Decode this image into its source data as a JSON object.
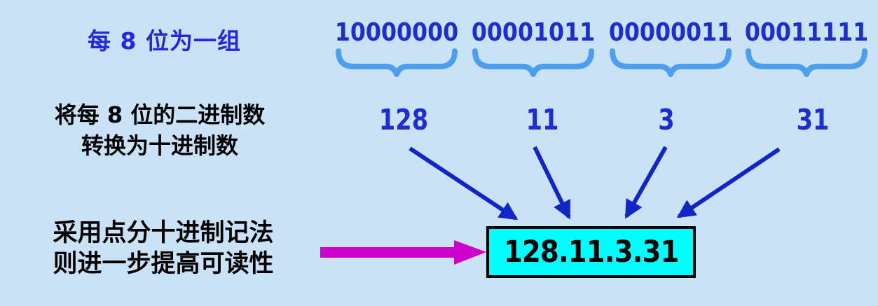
{
  "labels": {
    "group_title": "每 8 位为一组",
    "convert_line1": "将每 8 位的二进制数",
    "convert_line2": "转换为十进制数",
    "dotted_line1": "采用点分十进制记法",
    "dotted_line2": "则进一步提高可读性"
  },
  "octets": [
    {
      "binary": "10000000",
      "decimal": "128"
    },
    {
      "binary": "00001011",
      "decimal": "11"
    },
    {
      "binary": "00000011",
      "decimal": "3"
    },
    {
      "binary": "00011111",
      "decimal": "31"
    }
  ],
  "result": {
    "value": "128.11.3.31"
  },
  "colors": {
    "background": "#c9e2f5",
    "title_blue": "#2427e0",
    "number_blue": "#1c2ed1",
    "brace_blue": "#4b9fee",
    "arrow_blue": "#1126c9",
    "magenta": "#cc00cc",
    "result_fill": "#00ffff",
    "result_border": "#000000",
    "text_black": "#000000"
  }
}
